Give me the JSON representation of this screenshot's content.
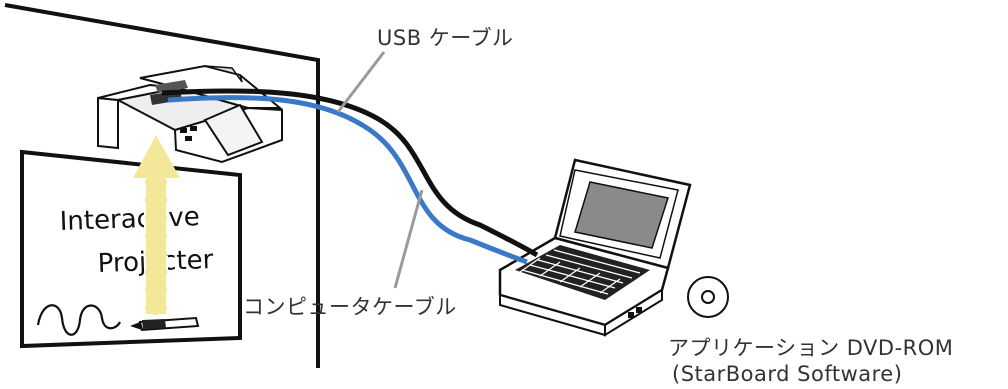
{
  "board": {
    "line1": "Interactive",
    "line2": "Projecter"
  },
  "labels": {
    "usb_cable": "USB ケーブル",
    "computer_cable": "コンピュータケーブル",
    "application_line1": "アプリケーション DVD-ROM",
    "application_line2": "(StarBoard Software)"
  },
  "colors": {
    "usb_cable": "#111111",
    "computer_cable": "#3a78c8",
    "arrow": "#f3e79a",
    "pointer_line": "#9a9a9a"
  }
}
